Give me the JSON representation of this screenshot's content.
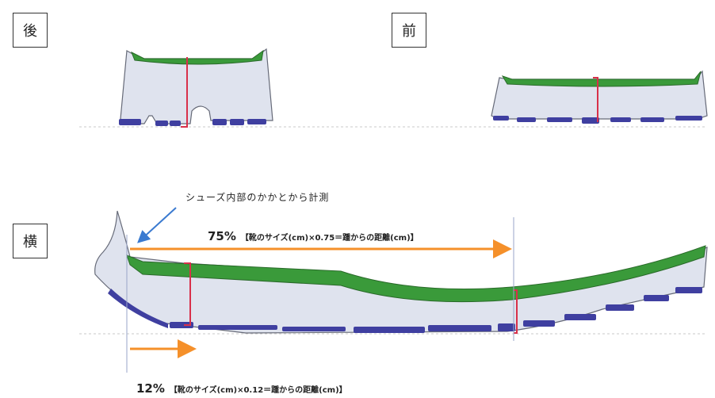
{
  "labels": {
    "back": "後",
    "front": "前",
    "side": "横"
  },
  "annotations": {
    "measure_note": "シューズ内部のかかとから計測",
    "pct_75": "75%",
    "formula_75": "【靴のサイズ(cm)×0.75＝踵からの距離(cm)】",
    "pct_12": "12%",
    "formula_12": "【靴のサイズ(cm)×0.12＝踵からの距離(cm)】"
  },
  "colors": {
    "sole_body": "#dfe3ee",
    "sole_outline": "#666a78",
    "insole_green": "#3a9a3a",
    "outsole_blue": "#3f3fa0",
    "marker_red": "#d8304a",
    "arrow_orange": "#f5902a",
    "pointer_blue": "#3a7ad0",
    "guide_line": "#9aa6c8"
  }
}
